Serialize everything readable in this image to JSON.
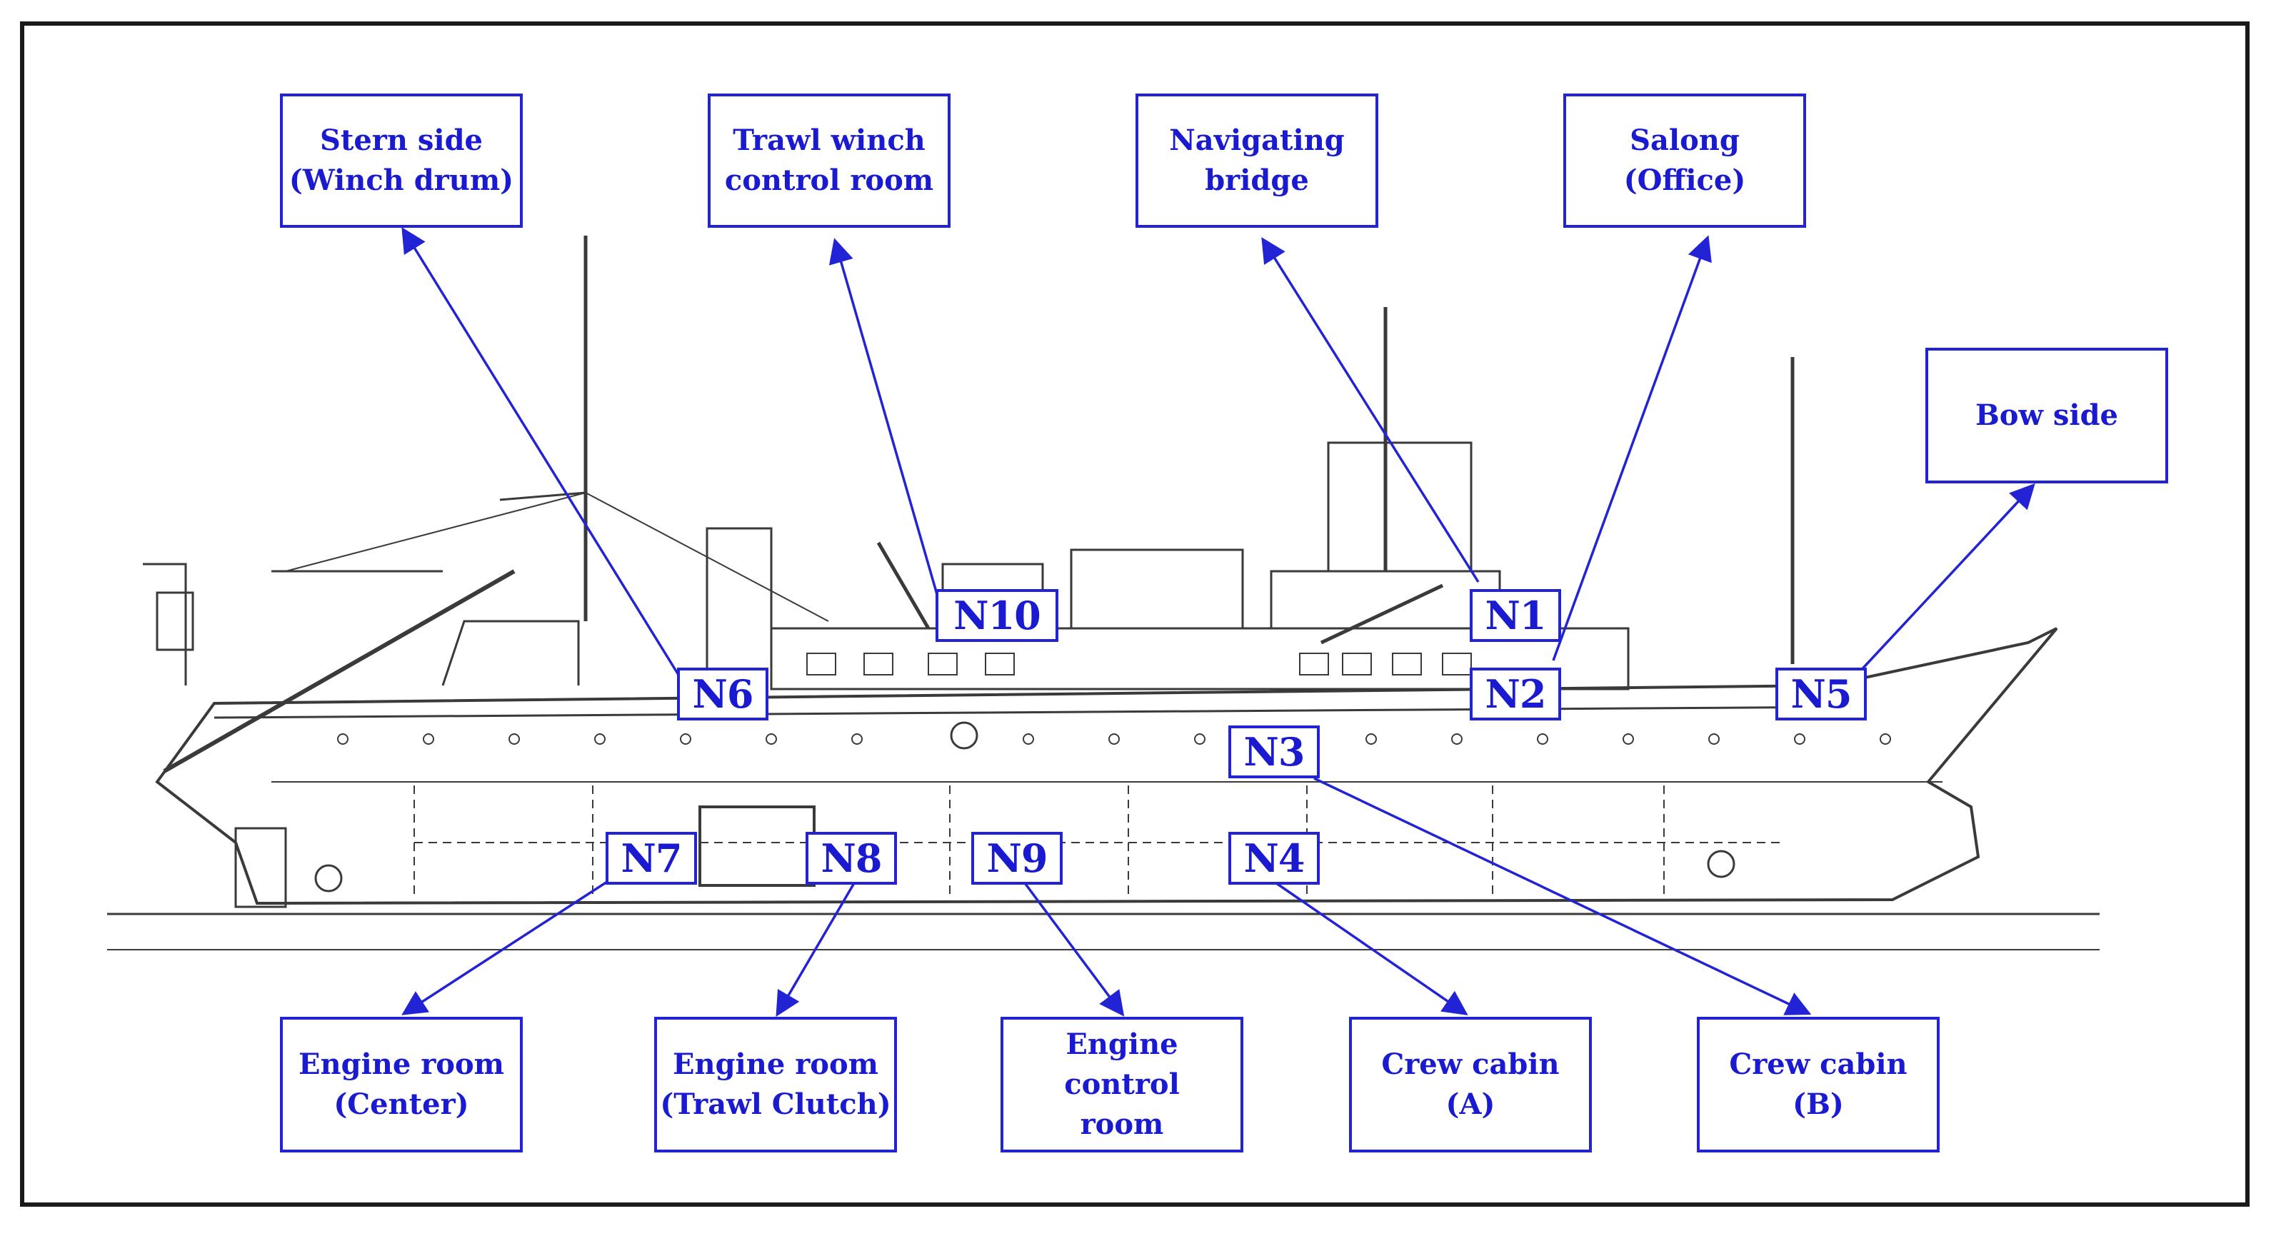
{
  "figure": {
    "labels": {
      "stern_side": "Stern side\n(Winch drum)",
      "trawl_winch": "Trawl winch\ncontrol room",
      "navigating_bridge": "Navigating\nbridge",
      "salong": "Salong\n(Office)",
      "bow_side": "Bow side",
      "engine_center": "Engine room\n(Center)",
      "engine_clutch": "Engine room\n(Trawl Clutch)",
      "engine_control": "Engine control\nroom",
      "crew_a": "Crew cabin\n(A)",
      "crew_b": "Crew cabin\n(B)"
    },
    "nodes": {
      "n1": "N1",
      "n2": "N2",
      "n3": "N3",
      "n4": "N4",
      "n5": "N5",
      "n6": "N6",
      "n7": "N7",
      "n8": "N8",
      "n9": "N9",
      "n10": "N10"
    },
    "colors": {
      "accent": "#2323d6",
      "text": "#1a1ad0",
      "drawing": "#3a3a3a",
      "frame": "#1a1a1a"
    }
  }
}
